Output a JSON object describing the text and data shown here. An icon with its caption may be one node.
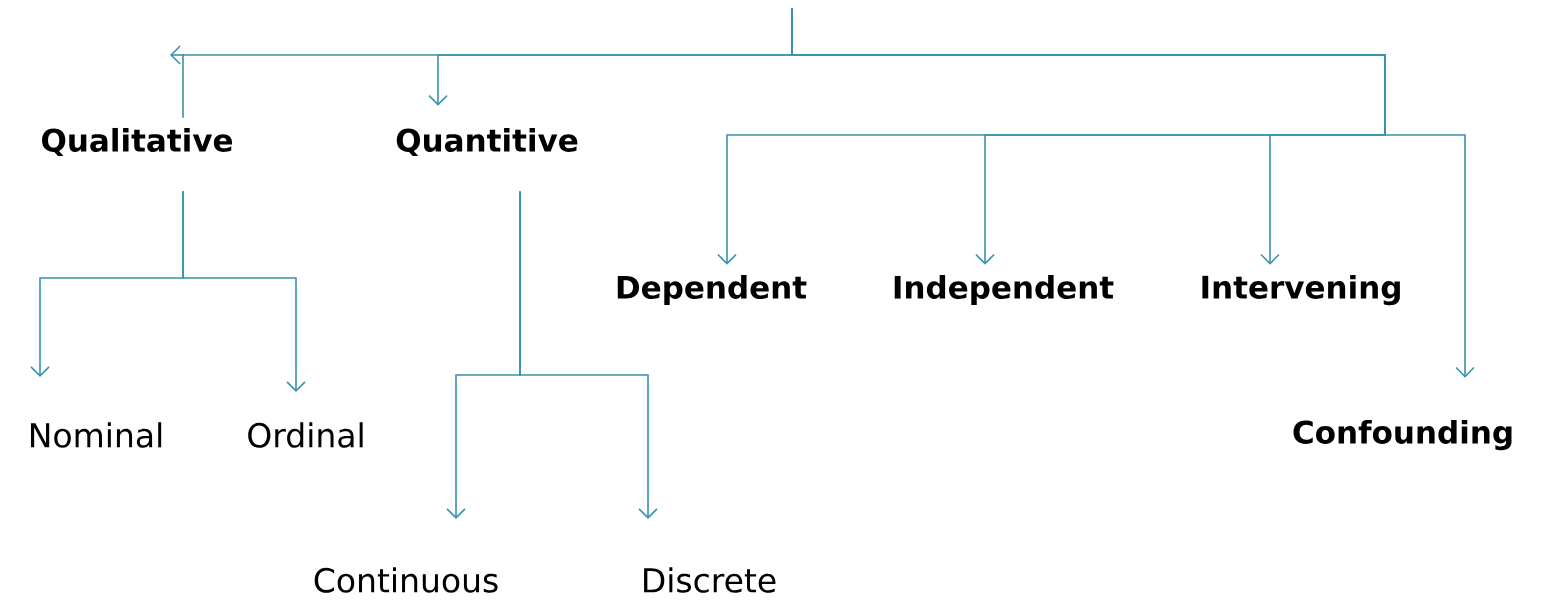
{
  "diagram": {
    "nodes": [
      {
        "text": [
          "Qualitative"
        ]
      },
      {
        "text": [
          "Quantitive"
        ]
      },
      {
        "text": [
          "Nominal"
        ]
      },
      {
        "text": [
          "Ordinal"
        ]
      },
      {
        "text": [
          "Continuous"
        ]
      },
      {
        "text": [
          "Discrete"
        ]
      },
      {
        "text": [
          "Dependent"
        ]
      },
      {
        "text": [
          "Independent"
        ]
      },
      {
        "text": [
          "Intervening"
        ]
      },
      {
        "text": [
          "Confounding"
        ]
      }
    ],
    "edges": [
      {
        "from": null,
        "to": 0,
        "arrow": "none"
      },
      {
        "from": null,
        "to": 1,
        "arrow": "to"
      },
      {
        "from": 0,
        "to": 2,
        "arrow": "to"
      },
      {
        "from": 0,
        "to": 3,
        "arrow": "to"
      },
      {
        "from": 1,
        "to": 4,
        "arrow": "to"
      },
      {
        "from": 1,
        "to": 5,
        "arrow": "to"
      },
      {
        "from": null,
        "to": 6,
        "arrow": "to"
      },
      {
        "from": null,
        "to": 7,
        "arrow": "to"
      },
      {
        "from": null,
        "to": 8,
        "arrow": "to"
      },
      {
        "from": null,
        "to": 9,
        "arrow": "to"
      }
    ]
  }
}
